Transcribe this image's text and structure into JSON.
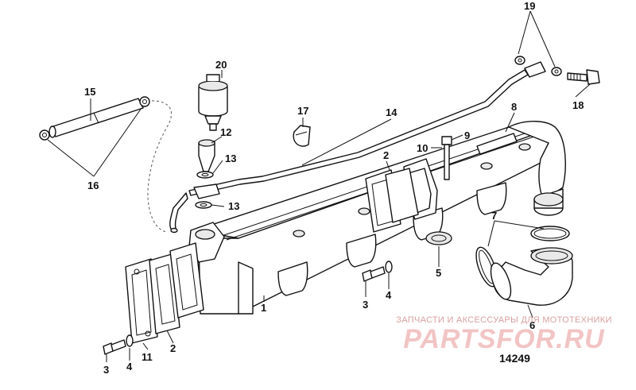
{
  "diagram": {
    "drawing_number": "14249",
    "watermark": {
      "tagline": "ЗАПЧАСТИ И АКСЕССУАРЫ ДЛЯ МОТОТЕХНИКИ",
      "brand": "PARTSFOR.RU"
    },
    "callouts": {
      "c1": "1",
      "c2a": "2",
      "c2b": "2",
      "c3a": "3",
      "c3b": "3",
      "c4a": "4",
      "c4b": "4",
      "c5": "5",
      "c6": "6",
      "c7": "7",
      "c8": "8",
      "c9": "9",
      "c10": "10",
      "c11": "11",
      "c12": "12",
      "c13a": "13",
      "c13b": "13",
      "c14": "14",
      "c15": "15",
      "c16": "16",
      "c17": "17",
      "c18": "18",
      "c19": "19",
      "c20": "20"
    }
  }
}
